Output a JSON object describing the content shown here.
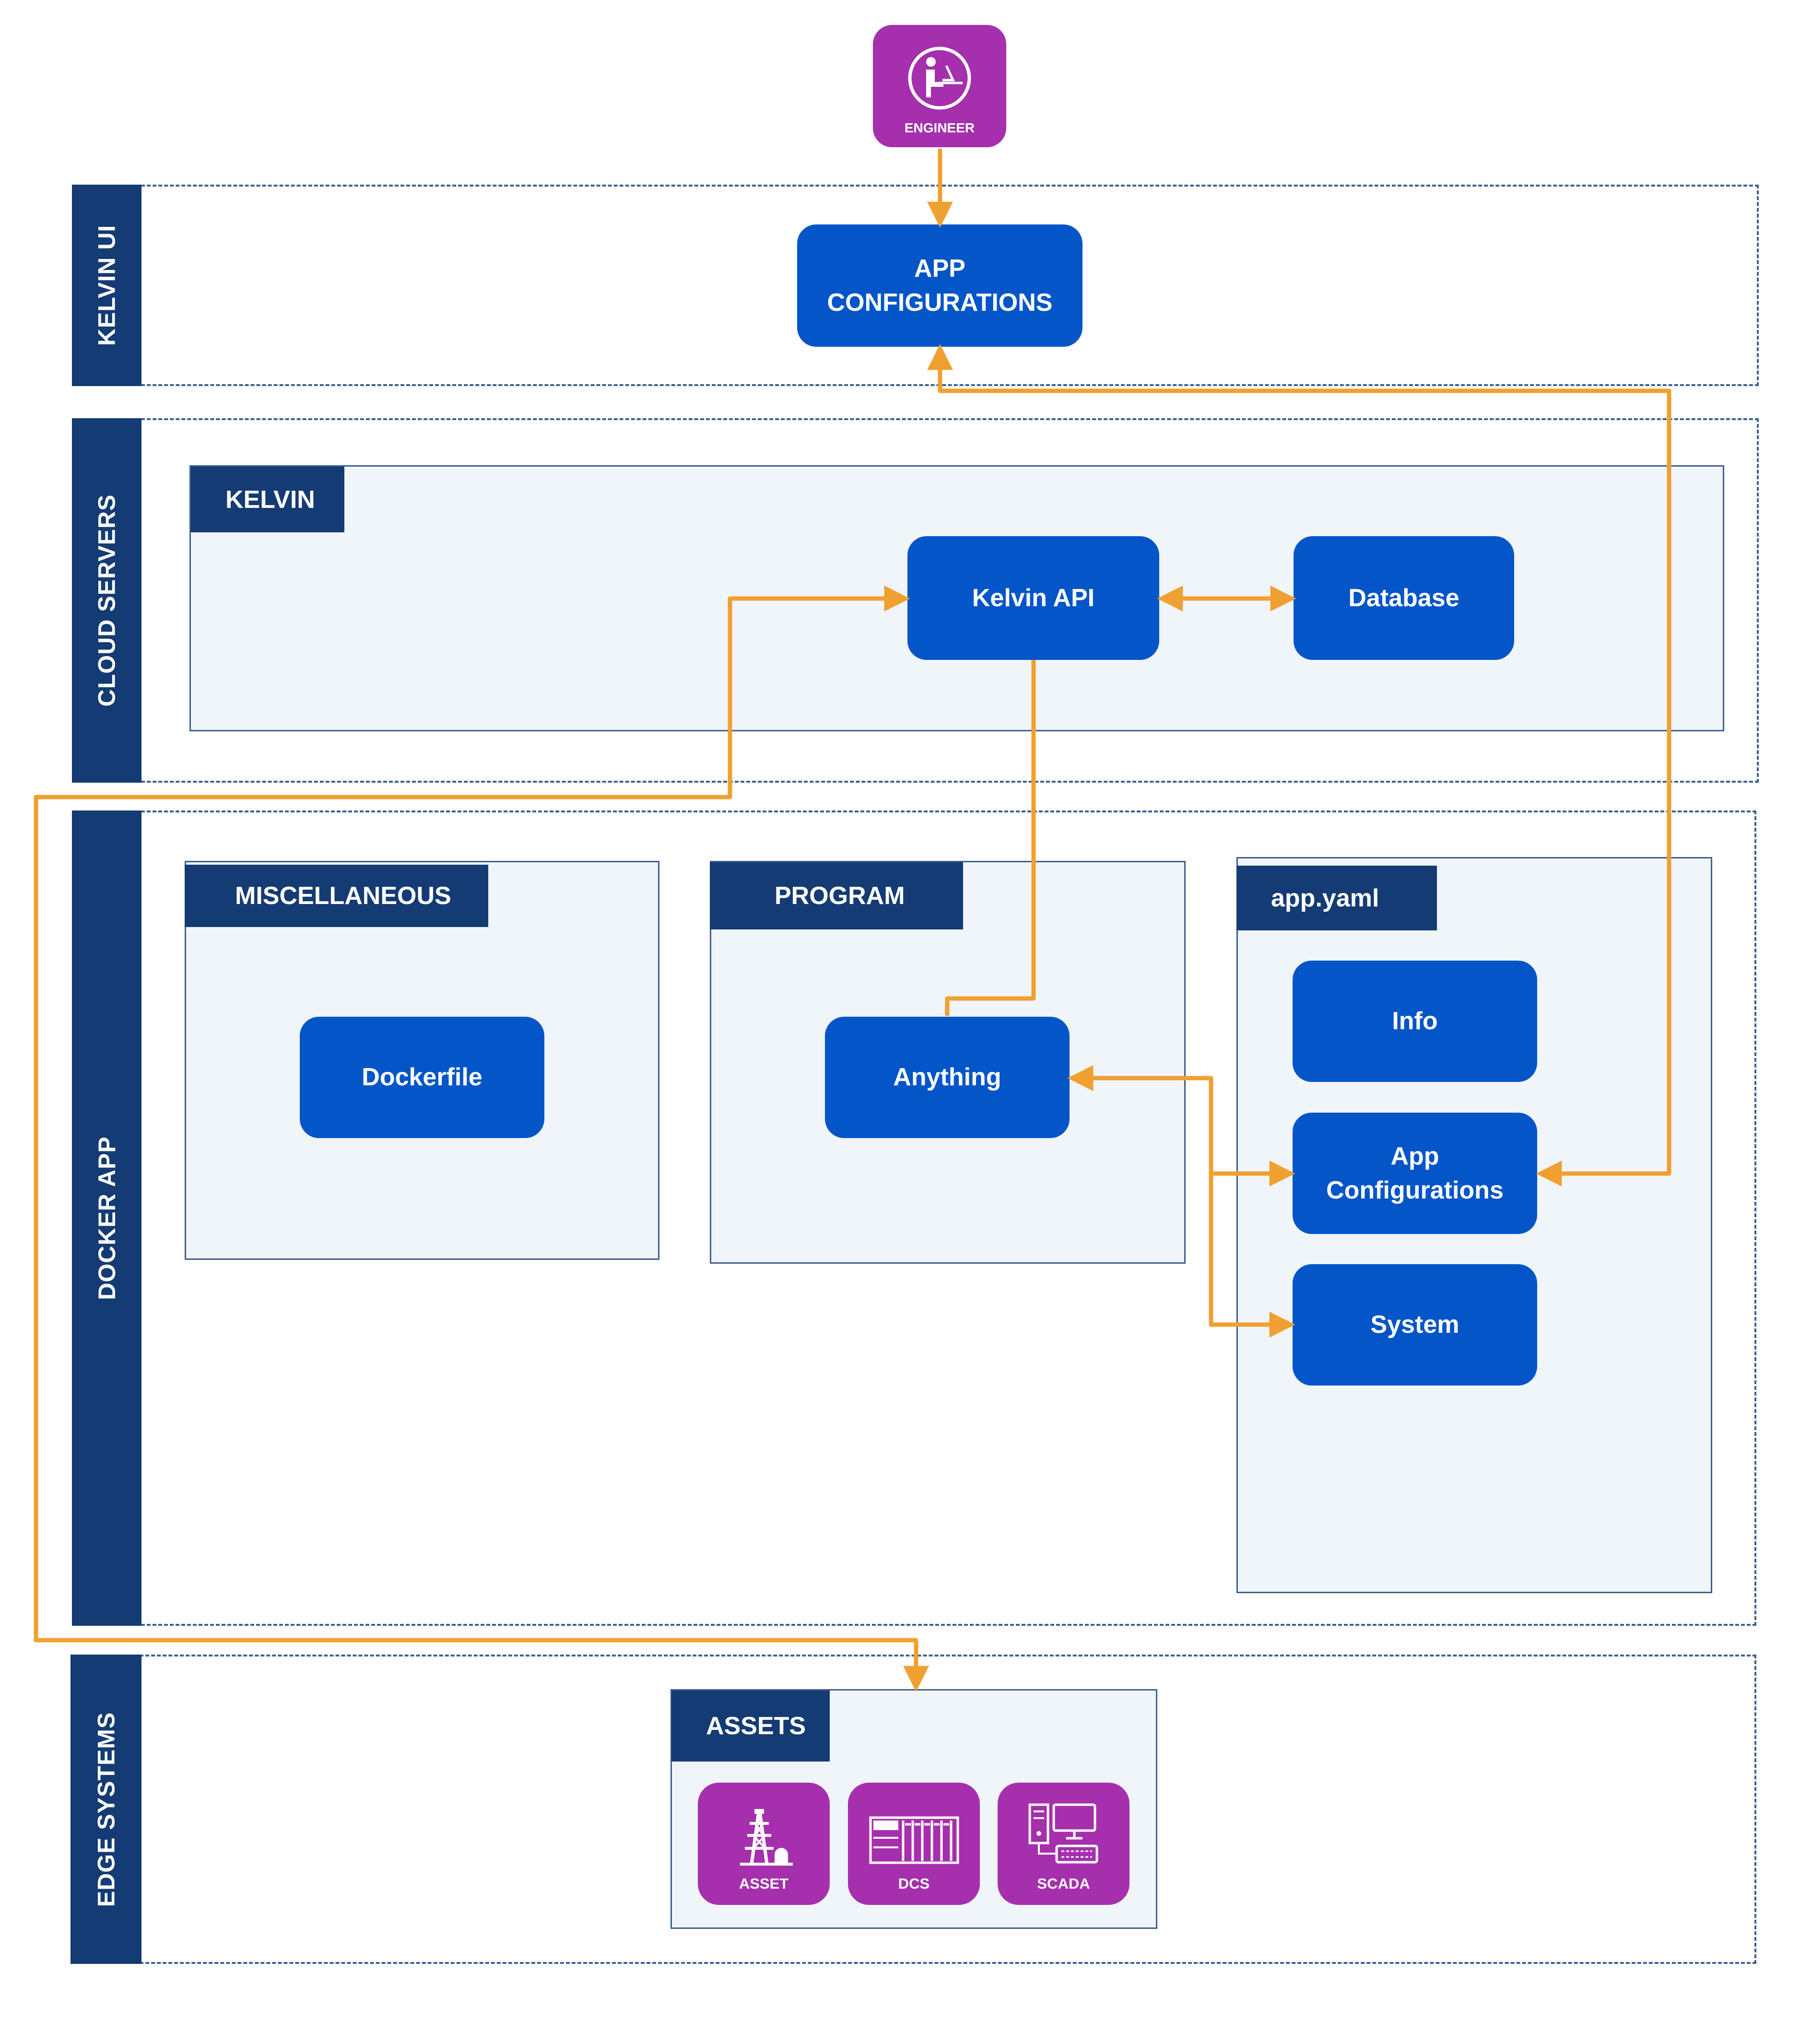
{
  "actor": {
    "label": "ENGINEER",
    "icon": "engineer-icon"
  },
  "lanes": {
    "kelvin_ui": "KELVIN UI",
    "cloud_servers": "CLOUD SERVERS",
    "docker_app": "DOCKER APP",
    "edge_systems": "EDGE SYSTEMS"
  },
  "kelvin_ui": {
    "app_configurations": "APP\nCONFIGURATIONS"
  },
  "cloud": {
    "group_title": "KELVIN",
    "kelvin_api": "Kelvin API",
    "database": "Database"
  },
  "docker": {
    "misc": {
      "title": "MISCELLANEOUS",
      "dockerfile": "Dockerfile"
    },
    "program": {
      "title": "PROGRAM",
      "anything": "Anything"
    },
    "app_yaml": {
      "title": "app.yaml",
      "info": "Info",
      "app_configurations": "App\nConfigurations",
      "system": "System"
    }
  },
  "edge": {
    "group_title": "ASSETS",
    "items": [
      {
        "label": "ASSET",
        "icon": "oil-rig-icon"
      },
      {
        "label": "DCS",
        "icon": "dcs-rack-icon"
      },
      {
        "label": "SCADA",
        "icon": "scada-workstation-icon"
      }
    ]
  },
  "colors": {
    "lane_label": "#143b73",
    "node": "#0355c8",
    "external": "#a62fae",
    "connector": "#f0a030",
    "group_fill": "#f0f5fa"
  }
}
